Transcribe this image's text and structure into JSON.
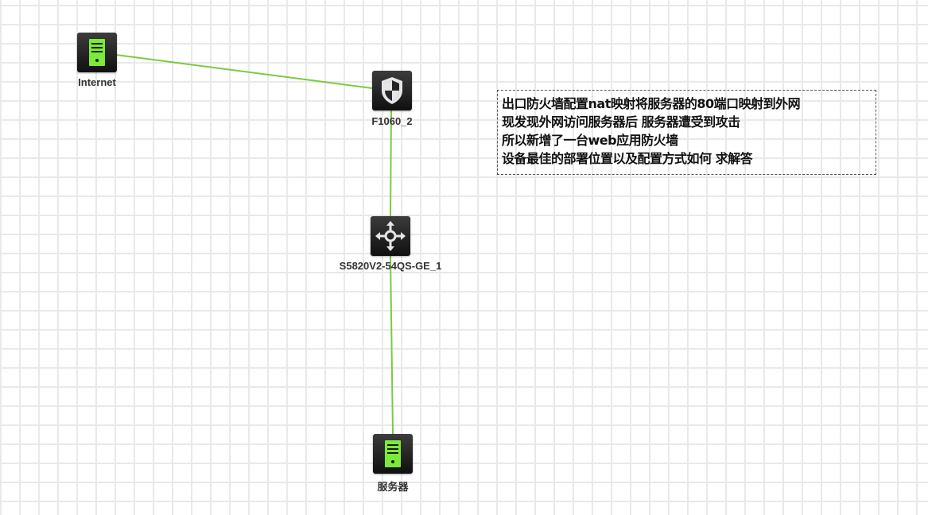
{
  "colors": {
    "link": "#7cc943",
    "server_accent": "#7bea3a",
    "device_bg": "#1c1c1c",
    "device_glyph": "#e6e6e6"
  },
  "nodes": {
    "internet": {
      "label": "Internet",
      "icon": "server-icon"
    },
    "firewall": {
      "label": "F1060_2",
      "icon": "firewall-shield-icon"
    },
    "switch": {
      "label": "S5820V2-54QS-GE_1",
      "icon": "switch-arrows-icon"
    },
    "server": {
      "label": "服务器",
      "icon": "server-icon"
    }
  },
  "note": {
    "lines": [
      "出口防火墙配置nat映射将服务器的80端口映射到外网",
      "现发现外网访问服务器后 服务器遭受到攻击",
      "所以新增了一台web应用防火墙",
      "设备最佳的部署位置以及配置方式如何 求解答"
    ]
  }
}
